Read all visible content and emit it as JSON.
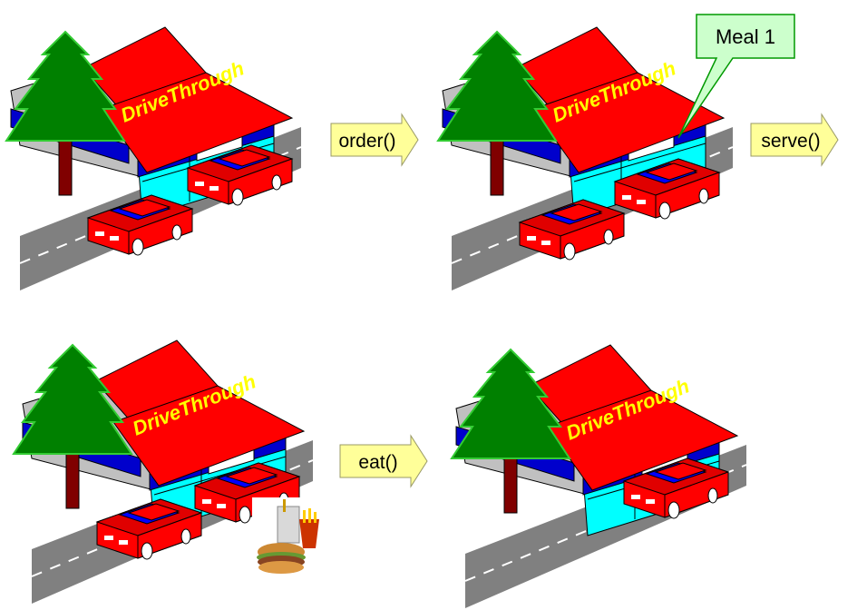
{
  "sign_text": "DriveThrough",
  "actions": [
    "order()",
    "serve()",
    "eat()"
  ],
  "callout": "Meal 1",
  "colors": {
    "roof": "#ff0000",
    "wall": "#c0c0c0",
    "window": "#00ffff",
    "stripe": "#0000cc",
    "sign": "#ffff00",
    "tree": "#008000",
    "tree_outline": "#33cc33",
    "trunk": "#800000",
    "road": "#808080",
    "car_body": "#ff0000",
    "car_window": "#0000ff",
    "arrow_fill": "#ffff99",
    "callout_fill": "#ccffcc",
    "callout_stroke": "#009900"
  }
}
